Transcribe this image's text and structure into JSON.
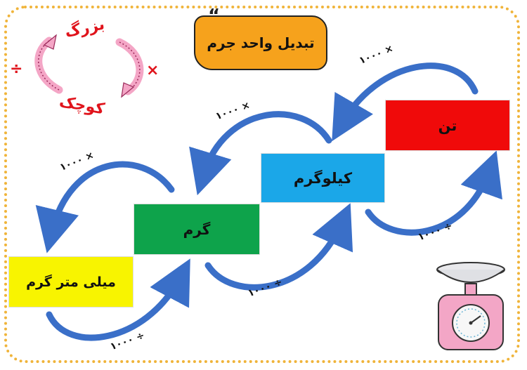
{
  "title": "تبدیل واحد جرم",
  "quote_mark": "“",
  "units": {
    "ton": "تن",
    "kilogram": "کیلوگرم",
    "gram": "گرم",
    "milligram": "میلی متر گرم"
  },
  "ops": {
    "multiply": "× ۱۰۰۰",
    "divide": "÷ ۱۰۰۰"
  },
  "legend": {
    "big": "بزرگ",
    "small": "کوچک",
    "multiply_symbol": "×",
    "divide_symbol": "÷"
  },
  "colors": {
    "ton": "#f00a0a",
    "kilogram": "#1ba7e8",
    "gram": "#0ea34b",
    "milligram": "#f8f400",
    "title": "#f6a21c",
    "arrow": "#3a6fc8",
    "legend_arrow": "#f4a6c6"
  }
}
